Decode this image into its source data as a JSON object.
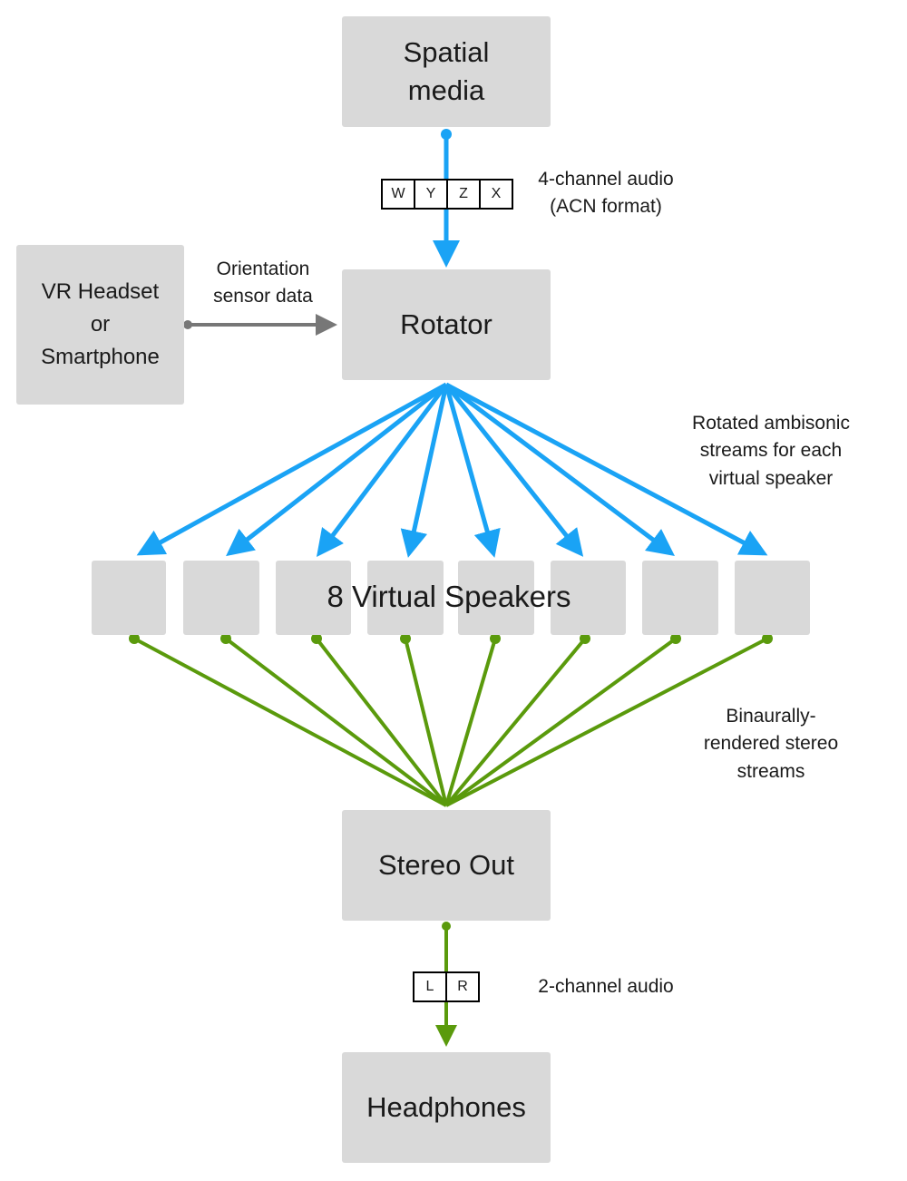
{
  "nodes": {
    "spatial_media": "Spatial\nmedia",
    "rotator": "Rotator",
    "vr_headset": "VR Headset\nor\nSmartphone",
    "stereo_out": "Stereo Out",
    "headphones": "Headphones"
  },
  "speakers": {
    "label": "8 Virtual Speakers",
    "count": 8
  },
  "labels": {
    "input_audio": "4-channel audio\n(ACN format)",
    "orientation": "Orientation\nsensor data",
    "rotated_streams": "Rotated ambisonic\nstreams for each\nvirtual speaker",
    "binaural": "Binaurally-\nrendered stereo\nstreams",
    "output_audio": "2-channel audio"
  },
  "channels": {
    "input": [
      "W",
      "Y",
      "Z",
      "X"
    ],
    "output": [
      "L",
      "R"
    ]
  },
  "colors": {
    "box_fill": "#d9d9d9",
    "blue_line": "#1aa3f5",
    "green_line": "#5a9a0c",
    "gray_line": "#777777"
  }
}
